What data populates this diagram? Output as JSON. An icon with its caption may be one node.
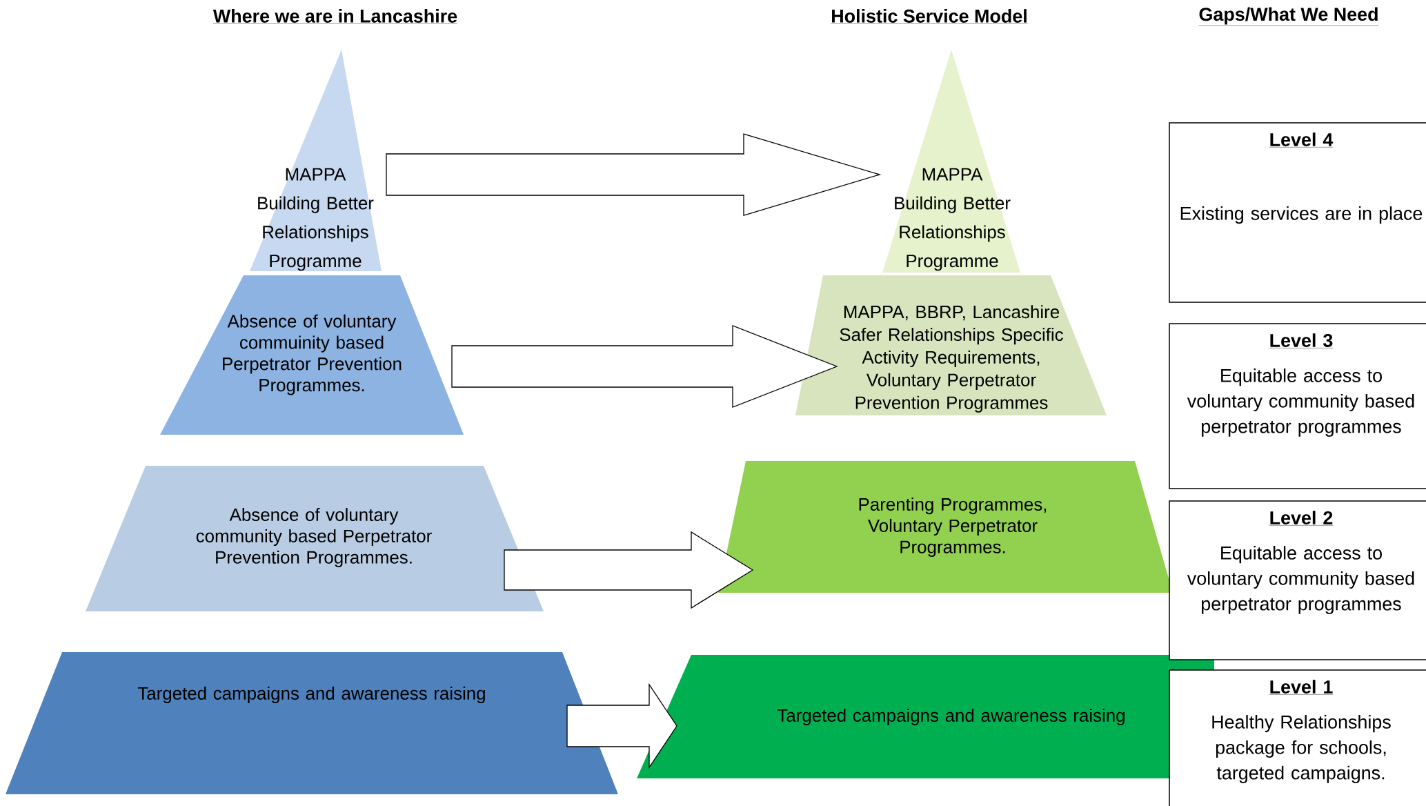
{
  "diagram": {
    "nodes": [
      {
        "text": [
          "MAPPA Building Better Relationships Programme"
        ]
      },
      {
        "text": [
          "Absence of voluntary commuinity based Perpetrator Prevention Programmes."
        ]
      },
      {
        "text": [
          "Absence of voluntary community based Perpetrator Prevention Programmes."
        ]
      },
      {
        "text": [
          "Targeted campaigns and awareness raising"
        ]
      },
      {
        "text": [
          "MAPPA Building Better Relationships Programme"
        ]
      },
      {
        "text": [
          "MAPPA, BBRP, Lancashire Safer Relationships Specific Activity Requirements, Voluntary Perpetrator Prevention Programmes"
        ]
      },
      {
        "text": [
          "Parenting Programmes, Voluntary Perpetrator Programmes."
        ]
      },
      {
        "text": [
          "Targeted campaigns and awareness raising"
        ]
      },
      {
        "text": [
          "Level 4",
          "Existing services are in place"
        ]
      },
      {
        "text": [
          "Level 3",
          "Equitable access to voluntary community based perpetrator programmes"
        ]
      },
      {
        "text": [
          "Level 2",
          "Equitable access to voluntary community based perpetrator programmes"
        ]
      },
      {
        "text": [
          "Level 1",
          "Healthy Relationships package for schools, targeted campaigns."
        ]
      }
    ],
    "edges": [
      {
        "from": 0,
        "to": 4,
        "arrow": "to"
      },
      {
        "from": 1,
        "to": 5,
        "arrow": "to"
      },
      {
        "from": 2,
        "to": 6,
        "arrow": "to"
      },
      {
        "from": 3,
        "to": 7,
        "arrow": "to"
      }
    ],
    "labels": [
      "Where we are in Lancashire",
      "Holistic Service Model",
      "Gaps/What We Need"
    ]
  }
}
